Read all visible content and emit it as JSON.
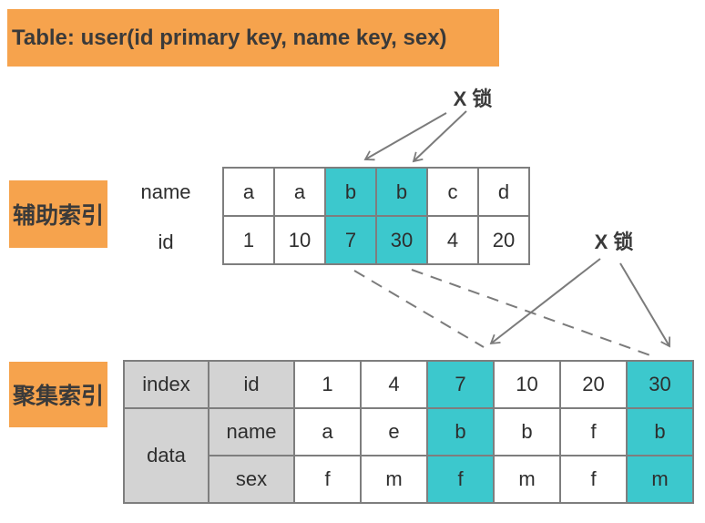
{
  "banner": {
    "title": "Table: user(id primary key, name key, sex)"
  },
  "locks": {
    "aux": "X 锁",
    "cluster": "X 锁"
  },
  "aux_index": {
    "label": "辅助索引",
    "row_labels": [
      "name",
      "id"
    ],
    "rows": [
      [
        "a",
        "a",
        "b",
        "b",
        "c",
        "d"
      ],
      [
        "1",
        "10",
        "7",
        "30",
        "4",
        "20"
      ]
    ],
    "highlighted_columns": [
      2,
      3
    ]
  },
  "cluster_index": {
    "label": "聚集索引",
    "group_labels": [
      "index",
      "data"
    ],
    "row_labels": [
      "id",
      "name",
      "sex"
    ],
    "rows": [
      [
        "1",
        "4",
        "7",
        "10",
        "20",
        "30"
      ],
      [
        "a",
        "e",
        "b",
        "b",
        "f",
        "b"
      ],
      [
        "f",
        "m",
        "f",
        "m",
        "f",
        "m"
      ]
    ],
    "highlighted_columns": [
      2,
      5
    ]
  },
  "colors": {
    "orange": "#F6A34D",
    "teal": "#3CC8CD",
    "cell_gray": "#D3D3D3",
    "border_gray": "#7E7E7E",
    "arrow_gray": "#7B7B7B",
    "text_dark": "#333333"
  }
}
